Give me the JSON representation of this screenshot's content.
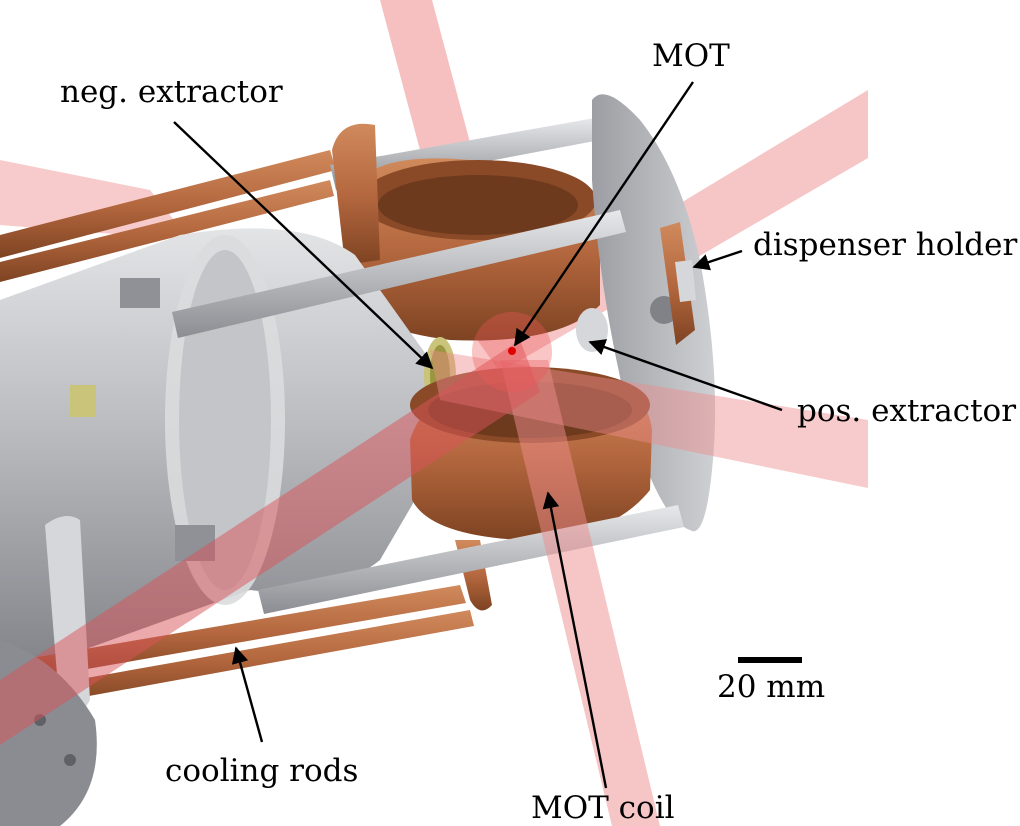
{
  "labels": {
    "mot": "MOT",
    "neg_extractor": "neg. extractor",
    "dispenser_holder": "dispenser holder",
    "pos_extractor": "pos. extractor",
    "cooling_rods": "cooling rods",
    "mot_coil": "MOT coil",
    "scale_bar": "20 mm"
  },
  "colors": {
    "copper": "#b5683f",
    "copper_dark": "#8a4a28",
    "steel": "#b4b6ba",
    "steel_light": "#d6d7da",
    "steel_dark": "#8a8c91",
    "laser_beam": "#ee8c8c",
    "mot_point": "#e00000"
  }
}
